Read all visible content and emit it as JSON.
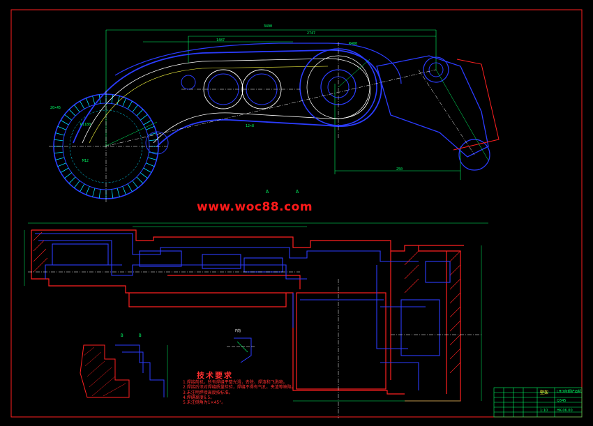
{
  "watermark": "www.woc88.com",
  "section_labels": {
    "section_a": "A",
    "section_a_right": "A",
    "view_b": "B",
    "view_b_right": "B",
    "view_f": "F向"
  },
  "dimensions": {
    "overall_length": "3490",
    "dim_top_a": "2747",
    "dim_mid": "1487",
    "dim_radius": "R480",
    "dim_right_low": "250",
    "dim_left_a": "20×45",
    "dim_left_b": "M12",
    "dim_arc": "R1180",
    "dim_small": "12×8"
  },
  "tech_requirements": {
    "title": "技术要求",
    "items": [
      "1.焊接前机，所有焊缝平整光滑，去除、焊渣和飞溅物。",
      "2.焊接后须对焊缝质量检验，焊缝不得有气孔、夹渣等缺陷。",
      "3.未注明焊接高度按标准。",
      "4.焊缝高度6.5。",
      "5.未注倒角为1×45°。"
    ]
  },
  "title_block": {
    "drawing_name": "壁架",
    "company": "LHD自卸铲运机",
    "drawing_no": "HK-06.00",
    "scale": "1:10",
    "material": "Q345"
  },
  "colors": {
    "background": "#000000",
    "frame": "#ff2020",
    "outline": "#2b3cff",
    "dimension": "#00ff66",
    "center": "#ffffff",
    "accent": "#ffff40",
    "hidden": "#00e0ff"
  }
}
